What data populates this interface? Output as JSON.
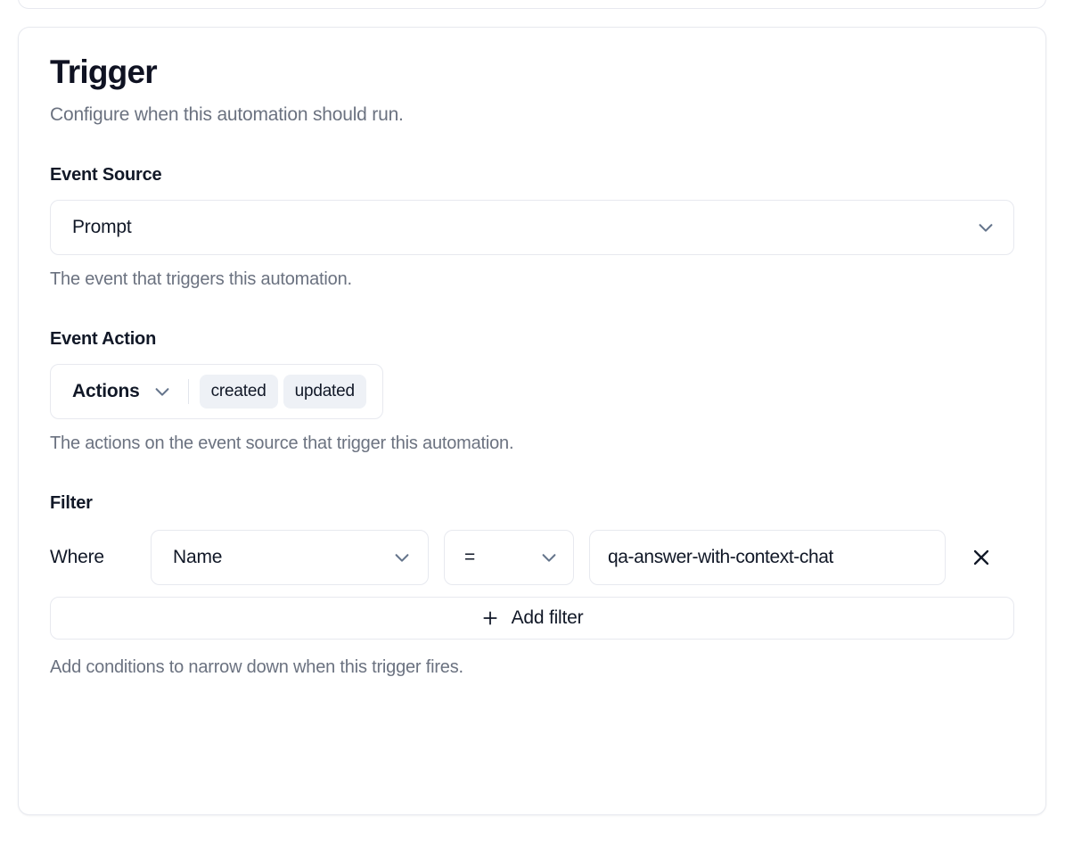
{
  "card": {
    "title": "Trigger",
    "subtitle": "Configure when this automation should run."
  },
  "event_source": {
    "label": "Event Source",
    "value": "Prompt",
    "help": "The event that triggers this automation.",
    "chevron_icon": "chevron-down-icon"
  },
  "event_action": {
    "label": "Event Action",
    "trigger_label": "Actions",
    "pills": [
      {
        "label": "created"
      },
      {
        "label": "updated"
      }
    ],
    "help": "The actions on the event source that trigger this automation.",
    "chevron_icon": "chevron-down-icon"
  },
  "filter": {
    "label": "Filter",
    "where_label": "Where",
    "rows": [
      {
        "field": "Name",
        "operator": "=",
        "value": "qa-answer-with-context-chat",
        "value_placeholder": "Value",
        "remove_icon": "close-icon"
      }
    ],
    "add_filter_label": "Add filter",
    "add_filter_icon": "plus-icon",
    "help": "Add conditions to narrow down when this trigger fires."
  },
  "colors": {
    "text_primary": "#111827",
    "text_muted": "#6b7280",
    "border": "#e7e9ef",
    "pill_bg": "#eef1f6",
    "icon_muted": "#64748b",
    "surface": "#ffffff"
  }
}
